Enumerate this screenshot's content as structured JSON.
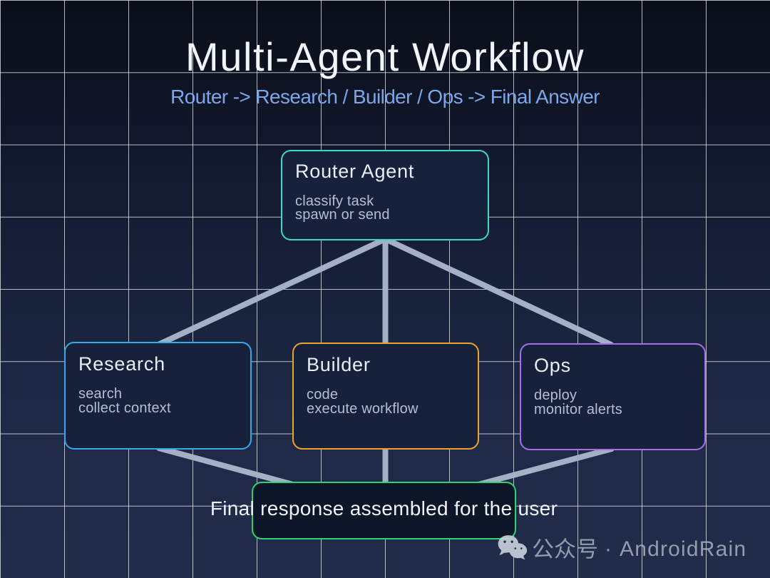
{
  "slide": {
    "title": "Multi-Agent Workflow",
    "subtitle": "Router -> Research / Builder / Ops -> Final Answer"
  },
  "diagram": {
    "nodes": {
      "router": {
        "title": "Router Agent",
        "lines": [
          "classify task",
          "spawn or send"
        ],
        "accent": "#3fd8c7"
      },
      "research": {
        "title": "Research",
        "lines": [
          "search",
          "collect context"
        ],
        "accent": "#39a6e9"
      },
      "builder": {
        "title": "Builder",
        "lines": [
          "code",
          "execute workflow"
        ],
        "accent": "#eda229"
      },
      "ops": {
        "title": "Ops",
        "lines": [
          "deploy",
          "monitor alerts"
        ],
        "accent": "#a76de8"
      },
      "final": {
        "label": "Final response assembled for the user",
        "accent": "#2fd36e"
      }
    },
    "edges": [
      "router-research",
      "router-builder",
      "router-ops",
      "research-final",
      "builder-final",
      "ops-final"
    ],
    "connector_color": "#a4b0c6"
  },
  "watermark": {
    "text": "公众号 · AndroidRain",
    "cjk": "公众号",
    "icon": "wechat-icon",
    "separator": "·",
    "latin": "AndroidRain"
  }
}
